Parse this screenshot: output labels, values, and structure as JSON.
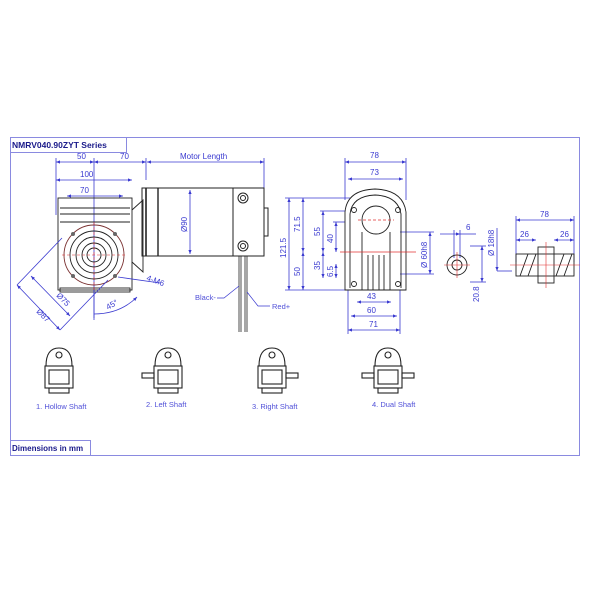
{
  "title": "NMRV040.90ZYT Series",
  "footer": "Dimensions in mm",
  "colors": {
    "frame": "#8a8ae0",
    "dimension": "#3a3ad0",
    "centerline": "#e03030",
    "outline": "#222222"
  },
  "front_view": {
    "dims_top": [
      "50",
      "70",
      "Motor Length"
    ],
    "dim_100": "100",
    "dim_70": "70",
    "dim_d87": "Ø87",
    "dim_d75": "Ø75",
    "angle": "45°",
    "holes": "4-M6",
    "motor_diameter": "Ø90",
    "wire_black": "Black-",
    "wire_red": "Red+"
  },
  "side_view": {
    "width_78": "78",
    "width_73": "73",
    "height_121_5": "121.5",
    "height_71_5": "71.5",
    "height_50": "50",
    "h55": "55",
    "h40": "40",
    "h35": "35",
    "h6_5": "6.5",
    "bore": "Ø 60h8",
    "w43": "43",
    "w60": "60",
    "w71": "71"
  },
  "shaft_detail": {
    "key_width": "6",
    "key_height": "20.8",
    "shaft_diameter": "Ø 18h8",
    "length_78": "78",
    "left_26": "26",
    "right_26": "26"
  },
  "variants": [
    {
      "label": "1. Hollow Shaft",
      "shaft": "none"
    },
    {
      "label": "2. Left Shaft",
      "shaft": "left"
    },
    {
      "label": "3. Right Shaft",
      "shaft": "right"
    },
    {
      "label": "4. Dual Shaft",
      "shaft": "both"
    }
  ]
}
